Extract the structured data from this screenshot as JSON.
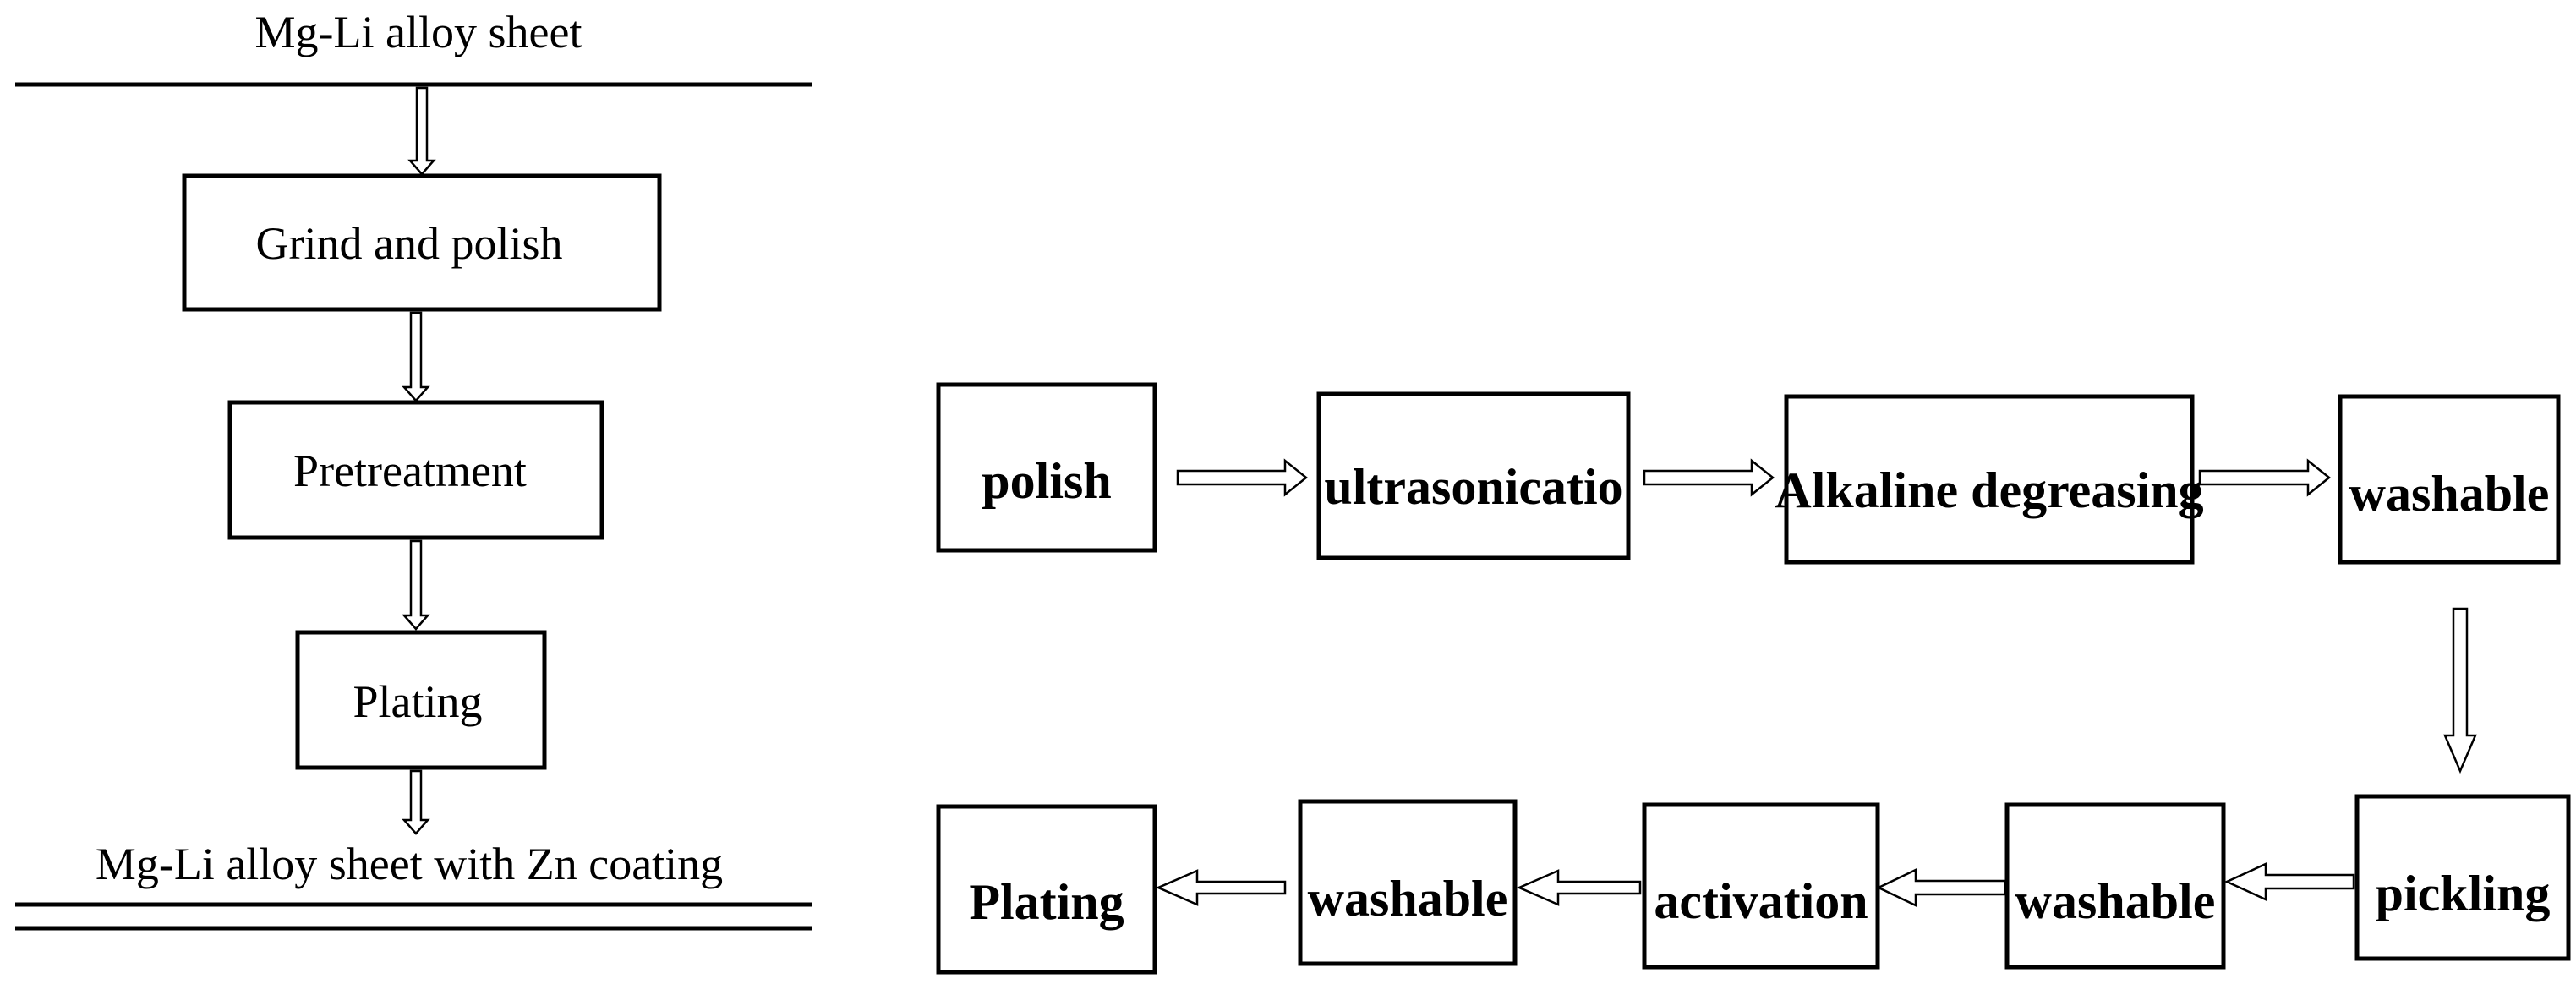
{
  "left_flow": {
    "top_label": "Mg-Li alloy sheet",
    "steps": [
      "Grind and polish",
      "Pretreatment",
      "Plating"
    ],
    "bottom_label": "Mg-Li alloy sheet with Zn coating"
  },
  "pretreatment_flow": {
    "row1": [
      "polish",
      "ultrasonicatio",
      "Alkaline degreasing",
      "washable"
    ],
    "row2": [
      "pickling",
      "washable",
      "activation",
      "washable",
      "Plating"
    ]
  }
}
